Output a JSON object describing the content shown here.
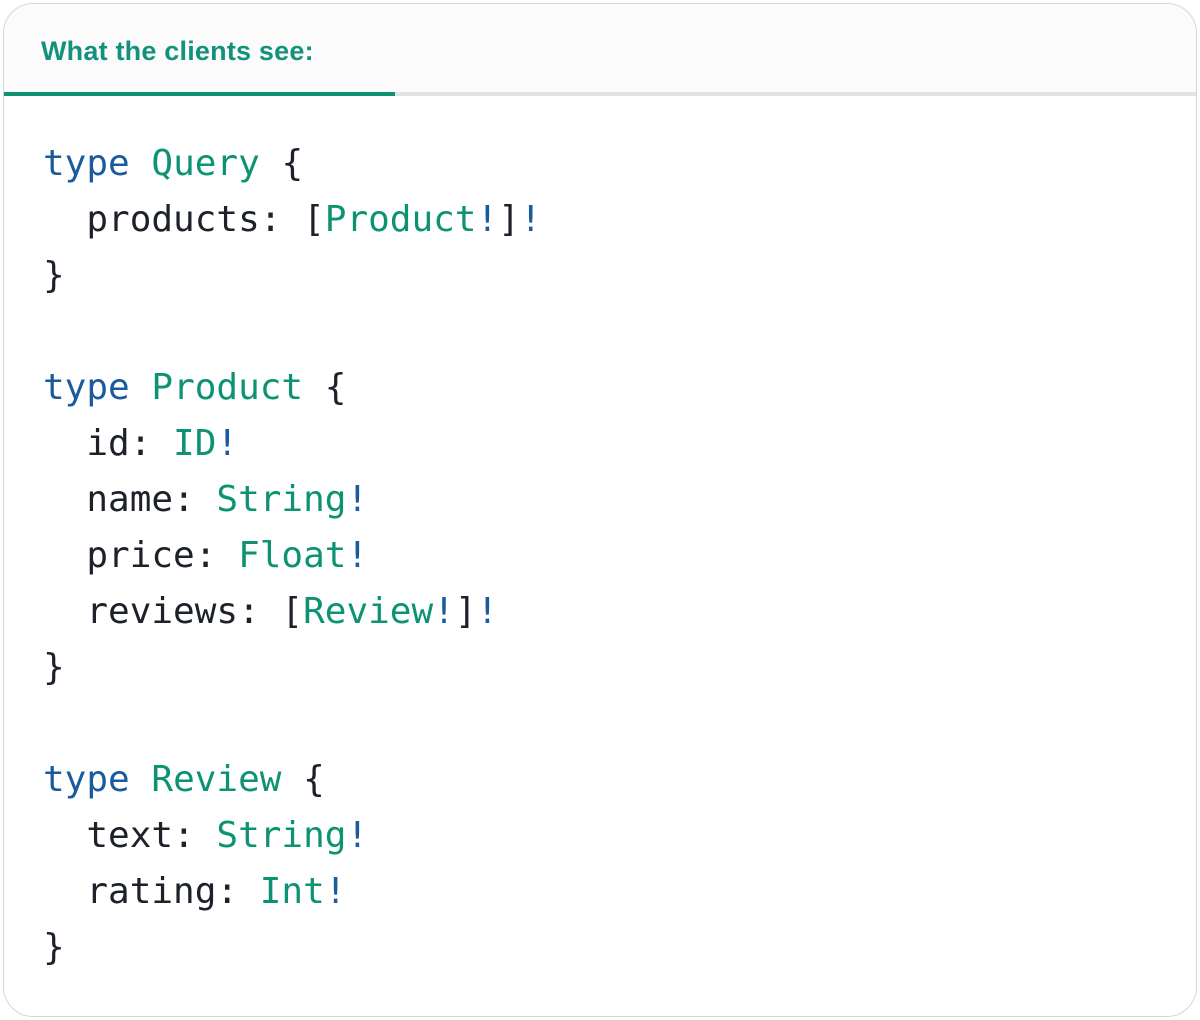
{
  "card": {
    "tab": {
      "label": "What the clients see:"
    },
    "colors": {
      "teal": "#0d9373",
      "teal_header": "#12927c",
      "blue": "#1a5b9b",
      "dark": "#1d212a",
      "divider": "#e3e3e3",
      "header_bg": "#fbfbfb",
      "border": "#c8dfd0"
    }
  },
  "code": {
    "language": "graphql",
    "lines": [
      [
        {
          "text": "type",
          "cls": "blue"
        },
        {
          "text": " ",
          "cls": "dark"
        },
        {
          "text": "Query",
          "cls": "teal"
        },
        {
          "text": " {",
          "cls": "dark"
        }
      ],
      [
        {
          "text": "  products: [",
          "cls": "dark"
        },
        {
          "text": "Product",
          "cls": "teal"
        },
        {
          "text": "!",
          "cls": "blue"
        },
        {
          "text": "]",
          "cls": "dark"
        },
        {
          "text": "!",
          "cls": "blue"
        }
      ],
      [
        {
          "text": "}",
          "cls": "dark"
        }
      ],
      [],
      [
        {
          "text": "type",
          "cls": "blue"
        },
        {
          "text": " ",
          "cls": "dark"
        },
        {
          "text": "Product",
          "cls": "teal"
        },
        {
          "text": " {",
          "cls": "dark"
        }
      ],
      [
        {
          "text": "  id: ",
          "cls": "dark"
        },
        {
          "text": "ID",
          "cls": "teal"
        },
        {
          "text": "!",
          "cls": "blue"
        }
      ],
      [
        {
          "text": "  name: ",
          "cls": "dark"
        },
        {
          "text": "String",
          "cls": "teal"
        },
        {
          "text": "!",
          "cls": "blue"
        }
      ],
      [
        {
          "text": "  price: ",
          "cls": "dark"
        },
        {
          "text": "Float",
          "cls": "teal"
        },
        {
          "text": "!",
          "cls": "blue"
        }
      ],
      [
        {
          "text": "  reviews: [",
          "cls": "dark"
        },
        {
          "text": "Review",
          "cls": "teal"
        },
        {
          "text": "!",
          "cls": "blue"
        },
        {
          "text": "]",
          "cls": "dark"
        },
        {
          "text": "!",
          "cls": "blue"
        }
      ],
      [
        {
          "text": "}",
          "cls": "dark"
        }
      ],
      [],
      [
        {
          "text": "type",
          "cls": "blue"
        },
        {
          "text": " ",
          "cls": "dark"
        },
        {
          "text": "Review",
          "cls": "teal"
        },
        {
          "text": " {",
          "cls": "dark"
        }
      ],
      [
        {
          "text": "  text: ",
          "cls": "dark"
        },
        {
          "text": "String",
          "cls": "teal"
        },
        {
          "text": "!",
          "cls": "blue"
        }
      ],
      [
        {
          "text": "  rating: ",
          "cls": "dark"
        },
        {
          "text": "Int",
          "cls": "teal"
        },
        {
          "text": "!",
          "cls": "blue"
        }
      ],
      [
        {
          "text": "}",
          "cls": "dark"
        }
      ]
    ]
  }
}
